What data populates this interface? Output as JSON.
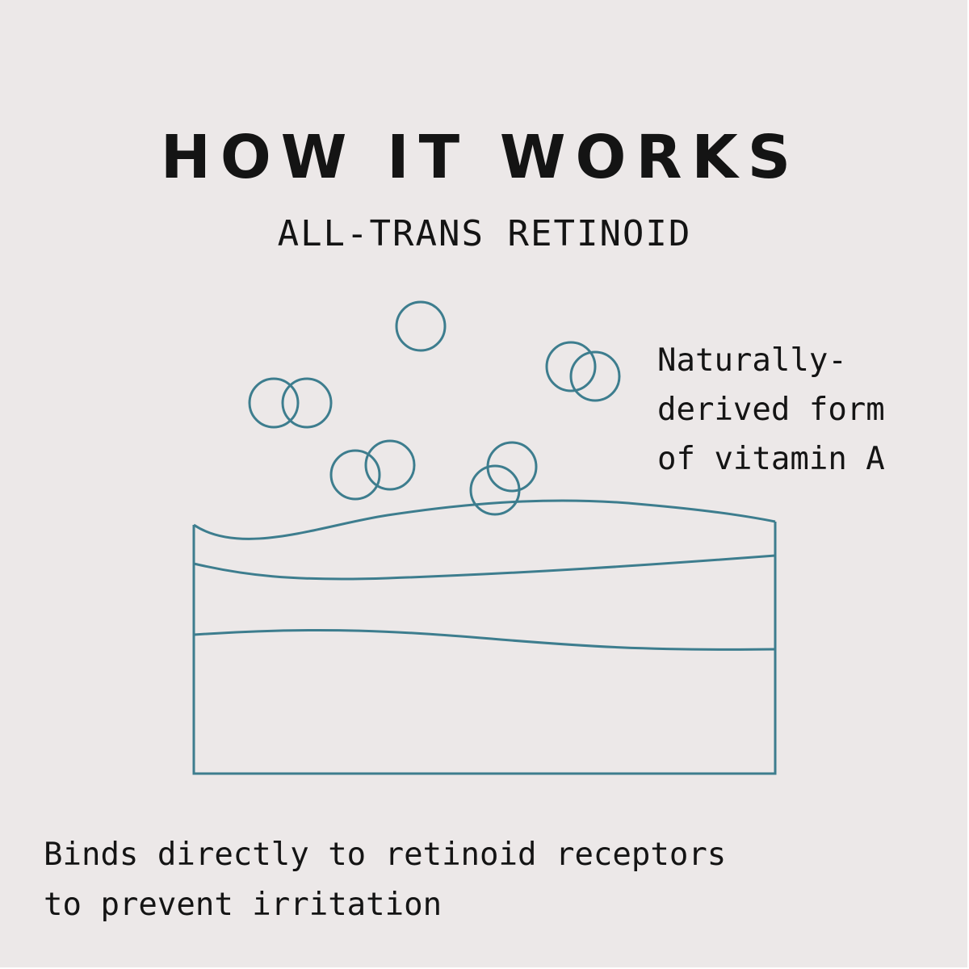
{
  "title": "HOW IT WORKS",
  "subtitle": "ALL-TRANS RETINOID",
  "side_note": {
    "lines": [
      "Naturally-",
      "derived form",
      "of vitamin A"
    ]
  },
  "caption": {
    "lines": [
      "Binds directly to retinoid receptors",
      "to prevent irritation"
    ]
  },
  "colors": {
    "background": "#ece8e8",
    "text": "#141414",
    "line_art": "#3d7d8e"
  },
  "icons": [
    "molecule-circle-icon",
    "skin-layers-icon"
  ]
}
